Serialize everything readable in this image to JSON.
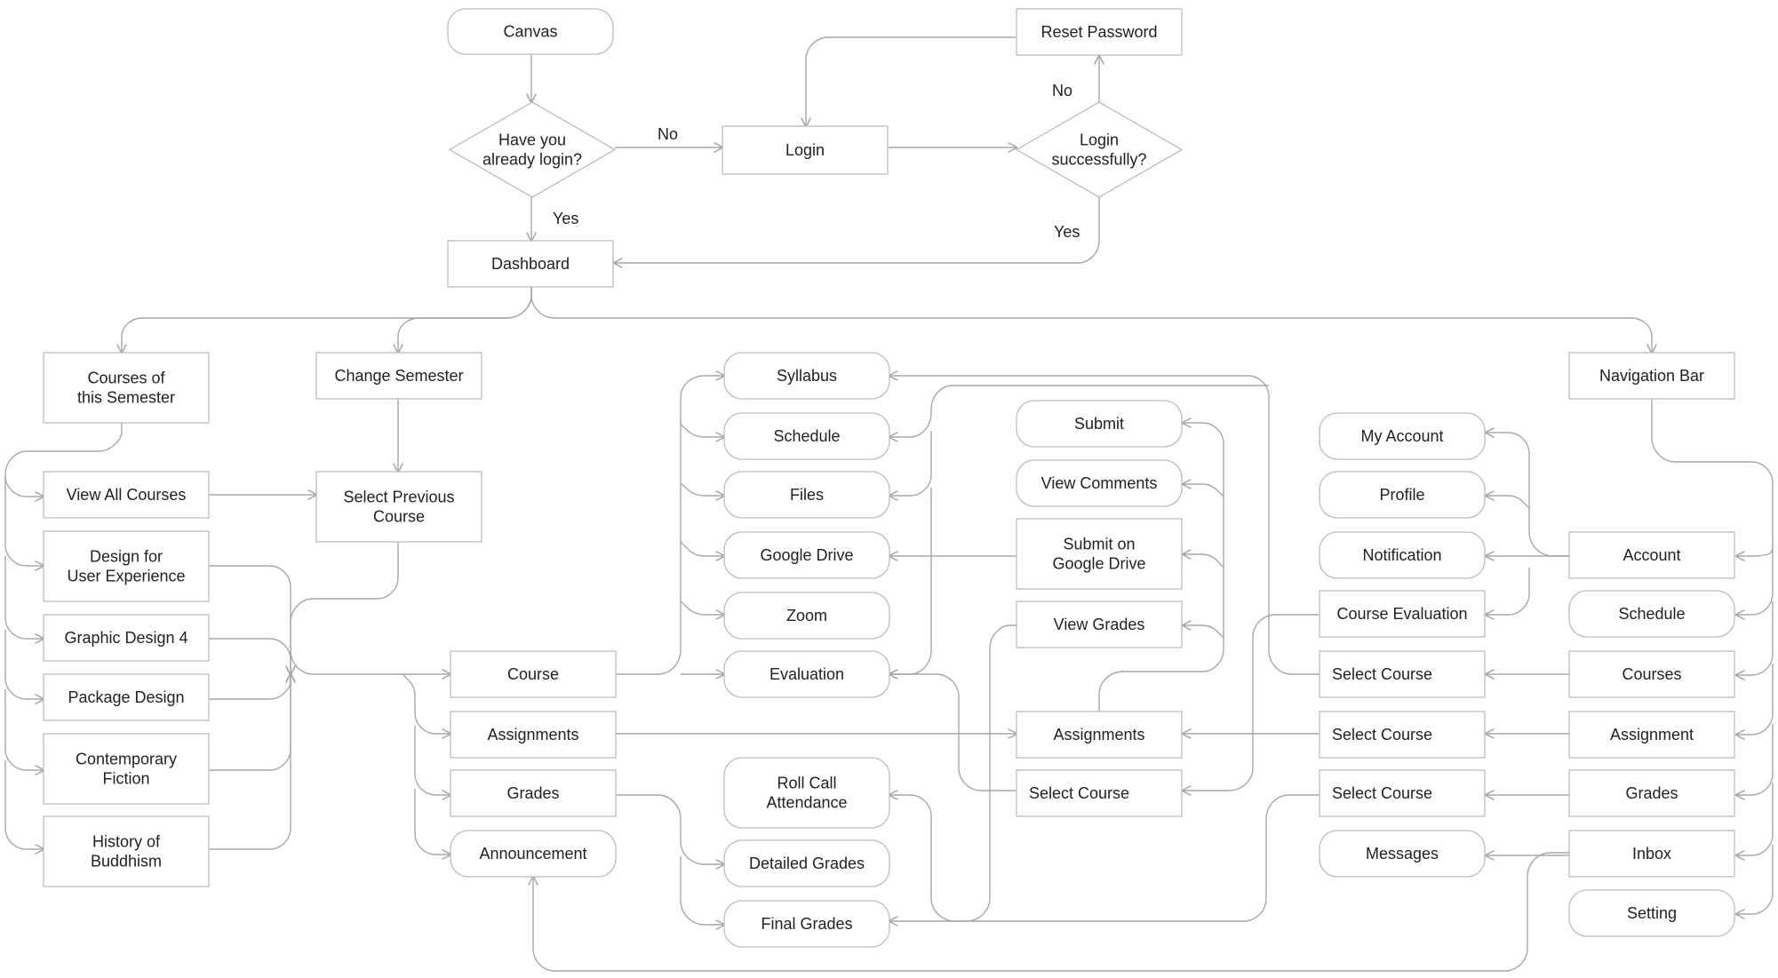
{
  "colors": {
    "blue": "#2c4a9c",
    "pink": "#e8457a",
    "green": "#4dbd94",
    "purple": "#7e63b0",
    "yellow": "#f5c518",
    "stroke": "#bdbdbd",
    "text": "#222222"
  },
  "nodes": {
    "canvas": "Canvas",
    "login_check": "Have you\nalready login?",
    "login": "Login",
    "reset_password": "Reset Password",
    "login_success": "Login\nsuccessfully?",
    "dashboard": "Dashboard",
    "courses_semester": "Courses of\nthis Semester",
    "change_semester": "Change Semester",
    "view_all_courses": "View All Courses",
    "select_previous": "Select Previous\nCourse",
    "design_ux": "Design for\nUser Experience",
    "graphic_design": "Graphic Design 4",
    "package_design": "Package Design",
    "contemporary_fiction": "Contemporary\nFiction",
    "history_buddhism": "History of\nBuddhism",
    "course": "Course",
    "assignments": "Assignments",
    "grades": "Grades",
    "announcement": "Announcement",
    "syllabus": "Syllabus",
    "schedule": "Schedule",
    "files": "Files",
    "google_drive": "Google Drive",
    "zoom": "Zoom",
    "evaluation": "Evaluation",
    "roll_call": "Roll Call\nAttendance",
    "detailed_grades": "Detailed Grades",
    "final_grades": "Final Grades",
    "submit": "Submit",
    "view_comments": "View Comments",
    "submit_drive": "Submit on\nGoogle Drive",
    "view_grades": "View Grades",
    "assignments_mid": "Assignments",
    "select_course_mid": "Select Course",
    "my_account": "My Account",
    "profile": "Profile",
    "notification": "Notification",
    "course_evaluation": "Course Evaluation",
    "select_course_1": "Select Course",
    "select_course_2": "Select Course",
    "select_course_3": "Select Course",
    "messages": "Messages",
    "navigation_bar": "Navigation Bar",
    "account": "Account",
    "nav_schedule": "Schedule",
    "nav_courses": "Courses",
    "nav_assignment": "Assignment",
    "nav_grades": "Grades",
    "inbox": "Inbox",
    "setting": "Setting"
  },
  "edge_labels": {
    "no_1": "No",
    "yes_1": "Yes",
    "no_2": "No",
    "yes_2": "Yes"
  }
}
